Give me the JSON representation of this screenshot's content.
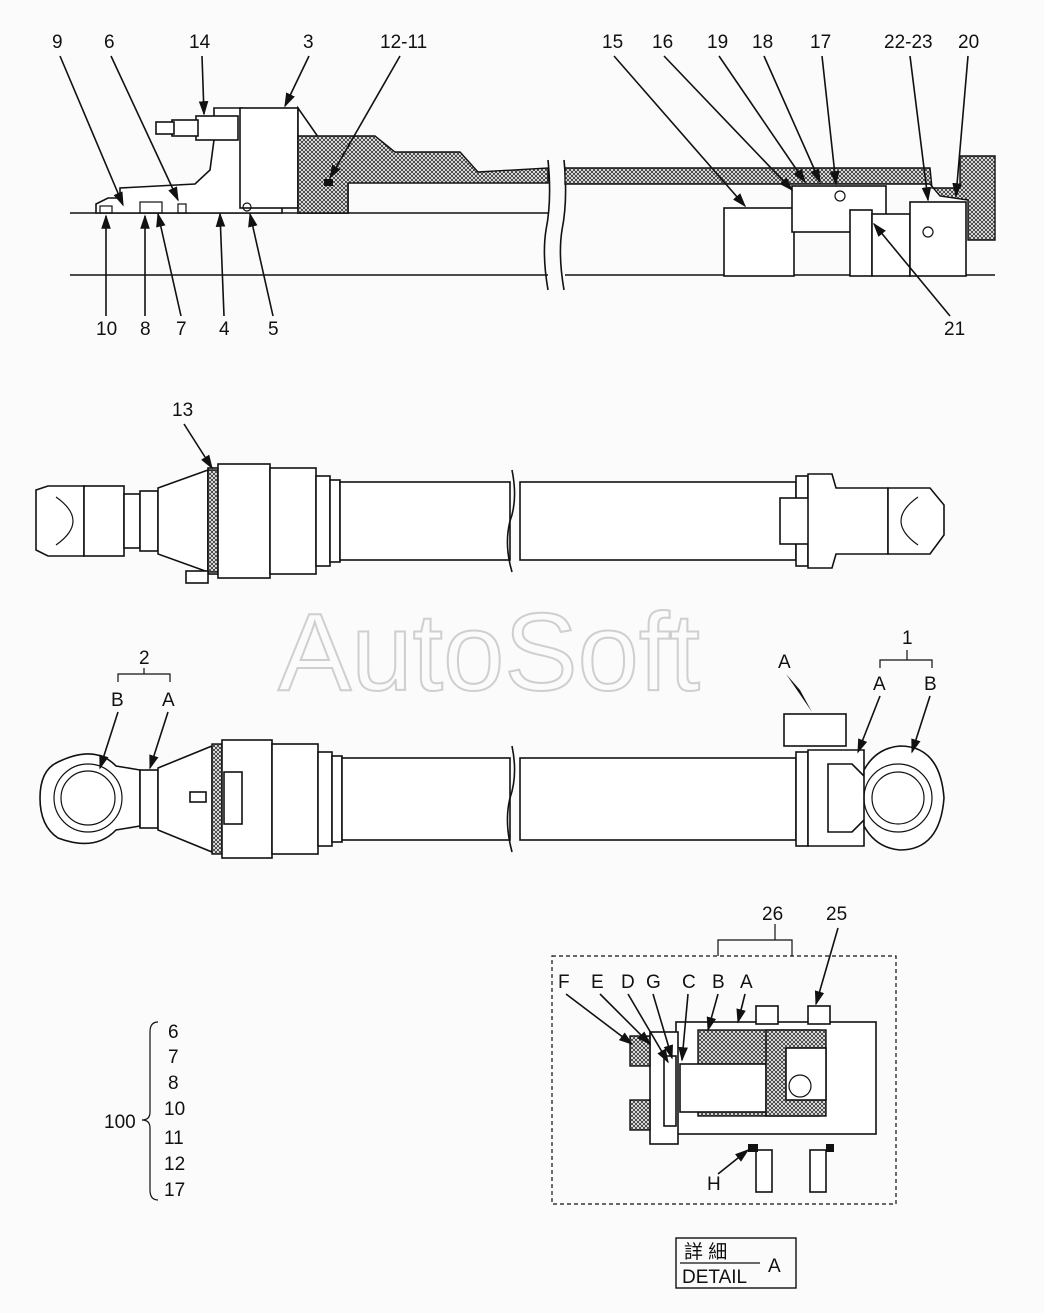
{
  "watermark": "AutoSoft",
  "section_callouts": {
    "top_left": [
      "9",
      "6",
      "14",
      "3",
      "12-11"
    ],
    "top_right": [
      "15",
      "16",
      "19",
      "18",
      "17",
      "22-23",
      "20"
    ],
    "bottom_left": [
      "10",
      "8",
      "7",
      "4",
      "5"
    ],
    "bottom_right": [
      "21"
    ]
  },
  "view2_callout": "13",
  "view3_callouts": {
    "left_group": "2",
    "left_b": "B",
    "left_a": "A",
    "right_group": "1",
    "right_a": "A",
    "right_b": "B",
    "detail_ref": "A"
  },
  "detail_callouts": {
    "top": [
      "26",
      "25"
    ],
    "letters": [
      "F",
      "E",
      "D",
      "G",
      "C",
      "B",
      "A"
    ],
    "bottom": "H"
  },
  "kit": {
    "number": "100",
    "items": [
      "6",
      "7",
      "8",
      "10",
      "11",
      "12",
      "17"
    ]
  },
  "detail_caption": {
    "japanese": "詳 細",
    "english": "DETAIL",
    "letter": "A"
  }
}
